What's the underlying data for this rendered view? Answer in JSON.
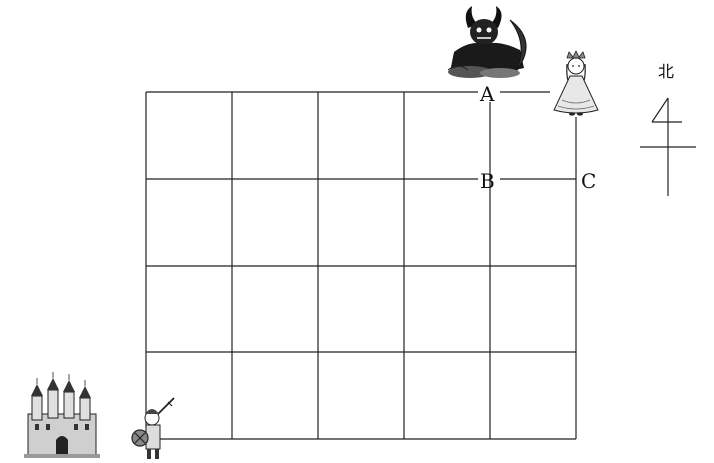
{
  "labels": {
    "a": "A",
    "b": "B",
    "c": "C",
    "north": "北"
  },
  "icons": {
    "monster": "demon-monster-icon",
    "princess": "princess-icon",
    "castle": "castle-icon",
    "knight": "knight-icon",
    "compass": "north-arrow-icon"
  }
}
